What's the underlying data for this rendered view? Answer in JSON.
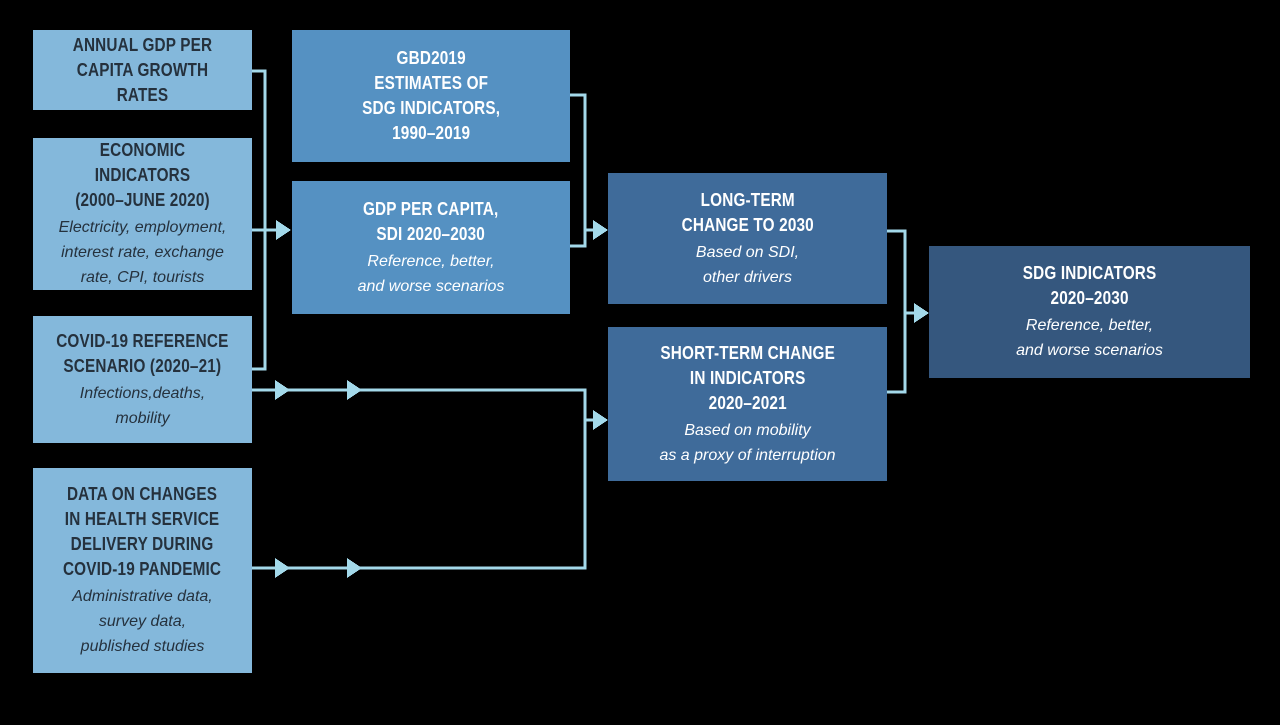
{
  "canvas": {
    "background": "#000000"
  },
  "colors": {
    "canvas_bg": "#000000",
    "light_blue": "#84B8DB",
    "medium_blue": "#5591C2",
    "dark_blue": "#3F6B9A",
    "navy_blue": "#35577E",
    "connector": "#A3D9EA",
    "dark_text": "#25313D",
    "white_text": "#FFFFFF"
  },
  "boxes": {
    "annual": {
      "title": "ANNUAL GDP PER\nCAPITA GROWTH RATES"
    },
    "economic": {
      "title": "ECONOMIC INDICATORS\n(2000–JUNE 2020)",
      "subtitle": "Electricity, employment,\ninterest rate, exchange\nrate, CPI, tourists"
    },
    "covid": {
      "title": "COVID-19 REFERENCE\nSCENARIO (2020–21)",
      "subtitle": "Infections,deaths,\nmobility"
    },
    "data": {
      "title": "DATA ON CHANGES\nIN HEALTH SERVICE\nDELIVERY DURING\nCOVID-19 PANDEMIC",
      "subtitle": "Administrative data,\nsurvey data,\npublished studies"
    },
    "gbd": {
      "title": "GBD2019\nESTIMATES OF\nSDG INDICATORS,\n1990–2019"
    },
    "gdp": {
      "title": "GDP PER CAPITA,\nSDI 2020–2030",
      "subtitle": "Reference, better,\nand worse scenarios"
    },
    "long_term": {
      "title": "LONG-TERM\nCHANGE TO 2030",
      "subtitle": "Based on SDI,\nother drivers"
    },
    "short_term": {
      "title": "SHORT-TERM CHANGE\nIN INDICATORS\n2020–2021",
      "subtitle": "Based on mobility\nas a proxy of interruption"
    },
    "sdg": {
      "title": "SDG INDICATORS\n2020–2030",
      "subtitle": "Reference, better,\nand worse scenarios"
    }
  }
}
